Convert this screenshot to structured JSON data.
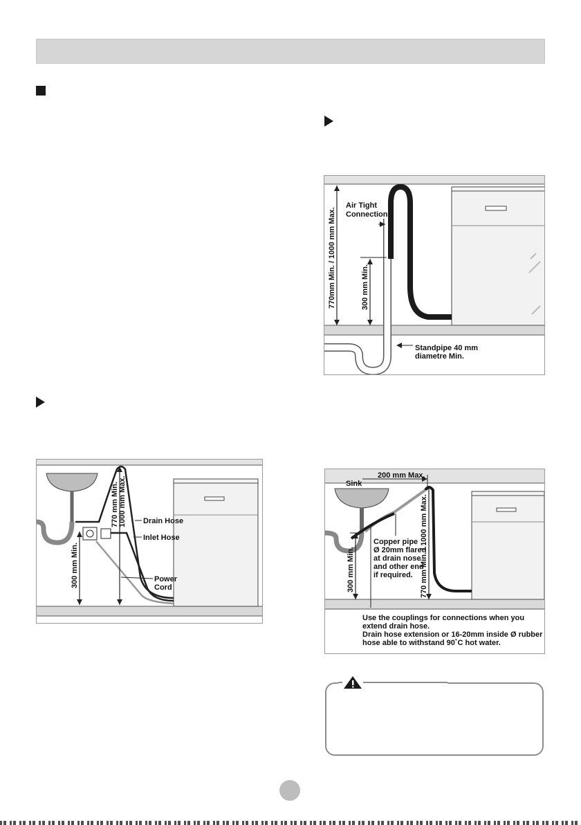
{
  "header_bar": {},
  "diagram_drain_standpipe": {
    "air_tight_connection": [
      "Air Tight",
      "Connection"
    ],
    "height_range": "770mm Min. / 1000 mm Max.",
    "standpipe_min_height": "300 mm Min.",
    "standpipe_note": [
      "Standpipe 40 mm",
      "diametre Min."
    ]
  },
  "diagram_connections": {
    "drain_hose": "Drain Hose",
    "inlet_hose": "Inlet Hose",
    "power_cord": [
      "Power",
      "Cord"
    ],
    "height_min": "300 mm Min.",
    "height_range": [
      "770 mm Min.",
      "1000 mm Max."
    ]
  },
  "diagram_sink": {
    "sink": "Sink",
    "horizontal_max": "200 mm Max.",
    "copper_pipe_note": [
      "Copper pipe",
      "Ø 20mm flared",
      "at drain nose",
      "and other end",
      "if required."
    ],
    "height_min": "300 mm Min.",
    "height_range": "770 mm Min. / 1000 mm Max.",
    "couplings_note": [
      "Use the couplings for connections when you",
      "extend drain hose.",
      "Drain hose extension or 16-20mm inside  Ø rubber",
      "hose able to withstand 90˚C hot water."
    ]
  },
  "warning_box": {
    "icon": "warning-triangle-icon"
  }
}
